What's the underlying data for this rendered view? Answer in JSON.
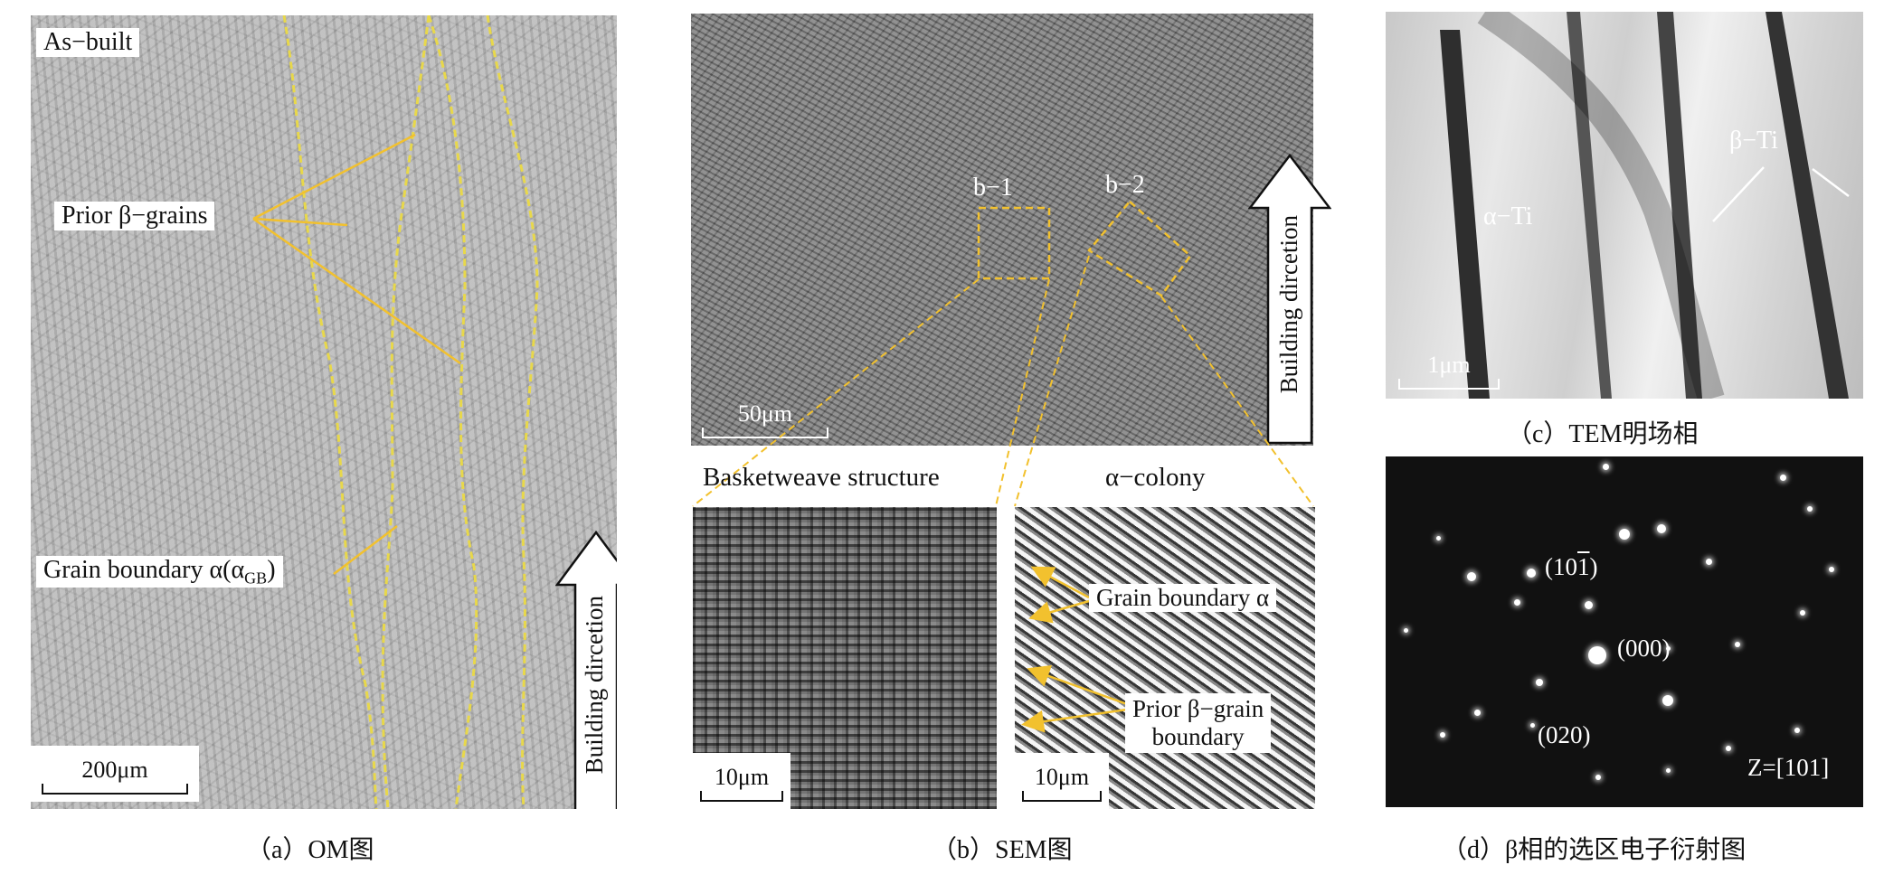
{
  "panel_a": {
    "title": "As−built",
    "label_prior_beta": "Prior β−grains",
    "label_gb_alpha": "Grain boundary α(α",
    "label_gb_alpha_sub": "GB",
    "label_gb_alpha_close": ")",
    "scale": "200μm",
    "arrow_text": "Building dircetion",
    "caption": "（a）OM图"
  },
  "panel_b": {
    "scale_top": "50μm",
    "label_b1": "b−1",
    "label_b2": "b−2",
    "arrow_text": "Building dircetion",
    "sub1_title": "Basketweave structure",
    "sub2_title": "α−colony",
    "sub1_scale": "10μm",
    "sub2_scale": "10μm",
    "label_gb_alpha": "Grain boundary α",
    "label_prior_beta_1": "Prior β−grain",
    "label_prior_beta_2": "boundary",
    "caption": "（b）SEM图"
  },
  "panel_c": {
    "label_alpha": "α−Ti",
    "label_beta": "β−Ti",
    "scale": "1μm",
    "caption": "（c）TEM明场相"
  },
  "panel_d": {
    "spot_101": "(10",
    "spot_101_bar": "1",
    "spot_101_close": ")",
    "spot_000": "(000)",
    "spot_020": "(020)",
    "zone_axis": "Z=[101]",
    "caption": "（d）β相的选区电子衍射图"
  },
  "colors": {
    "annotation_yellow": "#f2c12e",
    "boundary_dash": "#e8d84a"
  }
}
